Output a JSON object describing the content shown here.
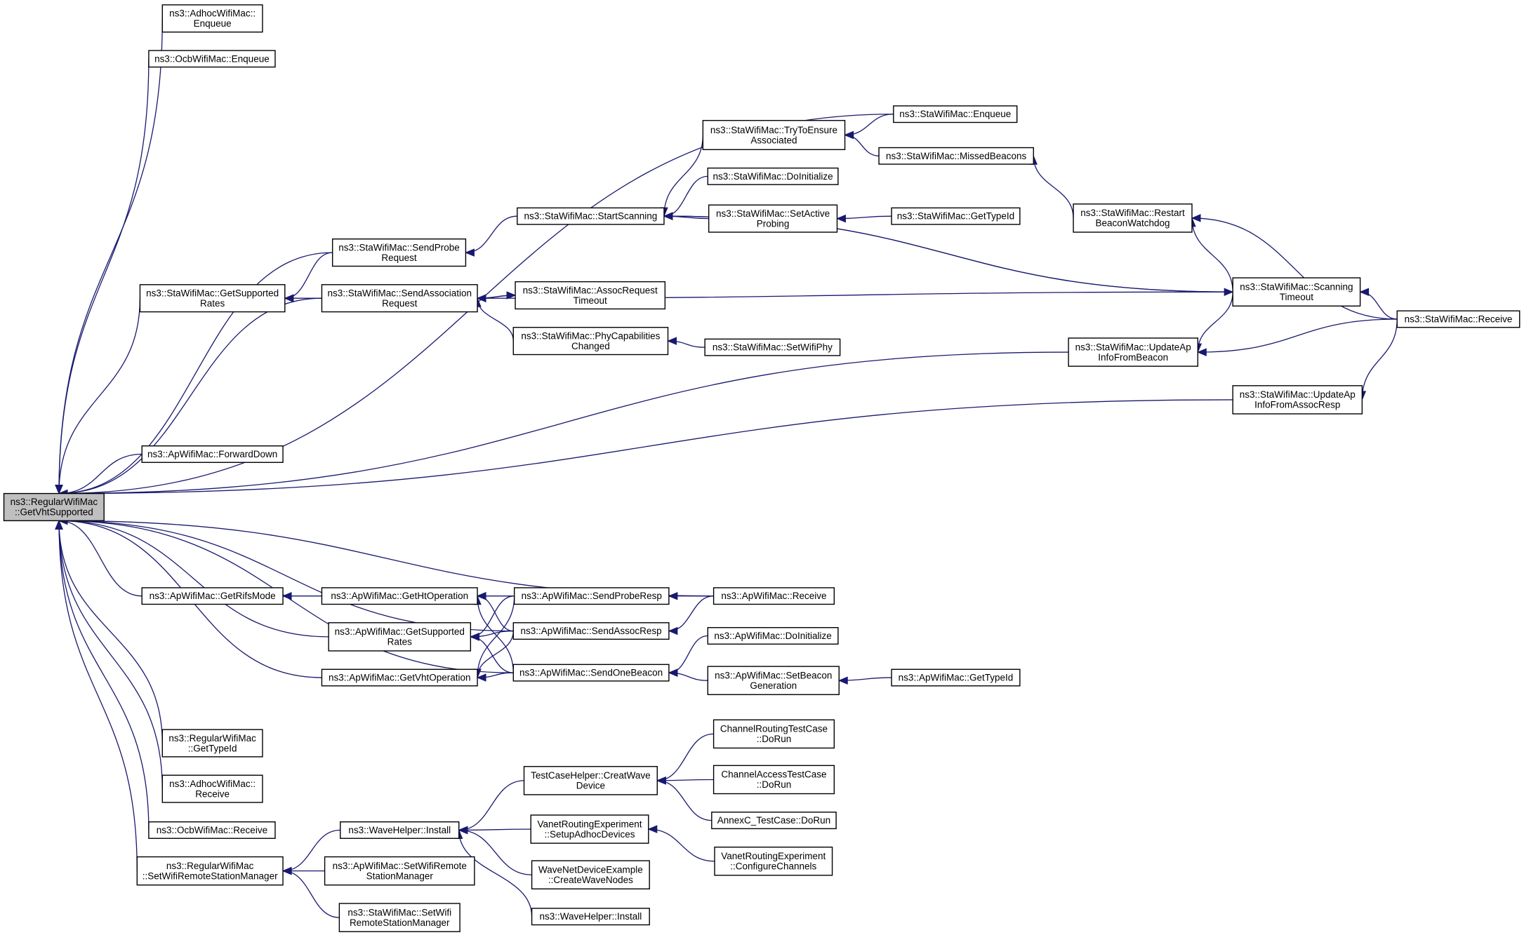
{
  "nodes": [
    {
      "id": "root",
      "lines": [
        "ns3::RegularWifiMac",
        "::GetVhtSupported"
      ],
      "root": true
    },
    {
      "id": "adhoc_enqueue",
      "lines": [
        "ns3::AdhocWifiMac::",
        "Enqueue"
      ]
    },
    {
      "id": "ocb_enqueue",
      "lines": [
        "ns3::OcbWifiMac::Enqueue"
      ]
    },
    {
      "id": "sta_enqueue",
      "lines": [
        "ns3::StaWifiMac::Enqueue"
      ]
    },
    {
      "id": "sta_trytoensure",
      "lines": [
        "ns3::StaWifiMac::TryToEnsure",
        "Associated"
      ]
    },
    {
      "id": "sta_missedbeacons",
      "lines": [
        "ns3::StaWifiMac::MissedBeacons"
      ]
    },
    {
      "id": "sta_doinit",
      "lines": [
        "ns3::StaWifiMac::DoInitialize"
      ]
    },
    {
      "id": "sta_startscanning",
      "lines": [
        "ns3::StaWifiMac::StartScanning"
      ]
    },
    {
      "id": "sta_setactiveprobing",
      "lines": [
        "ns3::StaWifiMac::SetActive",
        "Probing"
      ]
    },
    {
      "id": "sta_gettypeid",
      "lines": [
        "ns3::StaWifiMac::GetTypeId"
      ]
    },
    {
      "id": "sta_restartbeacon",
      "lines": [
        "ns3::StaWifiMac::Restart",
        "BeaconWatchdog"
      ]
    },
    {
      "id": "sta_sendprobe",
      "lines": [
        "ns3::StaWifiMac::SendProbe",
        "Request"
      ]
    },
    {
      "id": "sta_getsuppratesrates",
      "lines": [
        "ns3::StaWifiMac::GetSupported",
        "Rates"
      ]
    },
    {
      "id": "sta_sendassoc",
      "lines": [
        "ns3::StaWifiMac::SendAssociation",
        "Request"
      ]
    },
    {
      "id": "sta_assocreqtimeout",
      "lines": [
        "ns3::StaWifiMac::AssocRequest",
        "Timeout"
      ]
    },
    {
      "id": "sta_scanningtimeout",
      "lines": [
        "ns3::StaWifiMac::Scanning",
        "Timeout"
      ]
    },
    {
      "id": "sta_receive",
      "lines": [
        "ns3::StaWifiMac::Receive"
      ]
    },
    {
      "id": "sta_phycap",
      "lines": [
        "ns3::StaWifiMac::PhyCapabilities",
        "Changed"
      ]
    },
    {
      "id": "sta_setwifiphy",
      "lines": [
        "ns3::StaWifiMac::SetWifiPhy"
      ]
    },
    {
      "id": "sta_updateapbeacon",
      "lines": [
        "ns3::StaWifiMac::UpdateAp",
        "InfoFromBeacon"
      ]
    },
    {
      "id": "sta_updateapassoc",
      "lines": [
        "ns3::StaWifiMac::UpdateAp",
        "InfoFromAssocResp"
      ]
    },
    {
      "id": "ap_forwarddown",
      "lines": [
        "ns3::ApWifiMac::ForwardDown"
      ]
    },
    {
      "id": "ap_getrifsmode",
      "lines": [
        "ns3::ApWifiMac::GetRifsMode"
      ]
    },
    {
      "id": "ap_gethtop",
      "lines": [
        "ns3::ApWifiMac::GetHtOperation"
      ]
    },
    {
      "id": "ap_sendproberesp",
      "lines": [
        "ns3::ApWifiMac::SendProbeResp"
      ]
    },
    {
      "id": "ap_receive",
      "lines": [
        "ns3::ApWifiMac::Receive"
      ]
    },
    {
      "id": "ap_getsupprates",
      "lines": [
        "ns3::ApWifiMac::GetSupported",
        "Rates"
      ]
    },
    {
      "id": "ap_sendassocresp",
      "lines": [
        "ns3::ApWifiMac::SendAssocResp"
      ]
    },
    {
      "id": "ap_doinit",
      "lines": [
        "ns3::ApWifiMac::DoInitialize"
      ]
    },
    {
      "id": "ap_getvhtop",
      "lines": [
        "ns3::ApWifiMac::GetVhtOperation"
      ]
    },
    {
      "id": "ap_sendonebeacon",
      "lines": [
        "ns3::ApWifiMac::SendOneBeacon"
      ]
    },
    {
      "id": "ap_setbeacongen",
      "lines": [
        "ns3::ApWifiMac::SetBeacon",
        "Generation"
      ]
    },
    {
      "id": "ap_gettypeid",
      "lines": [
        "ns3::ApWifiMac::GetTypeId"
      ]
    },
    {
      "id": "reg_gettypeid",
      "lines": [
        "ns3::RegularWifiMac",
        "::GetTypeId"
      ]
    },
    {
      "id": "adhoc_receive",
      "lines": [
        "ns3::AdhocWifiMac::",
        "Receive"
      ]
    },
    {
      "id": "ocb_receive",
      "lines": [
        "ns3::OcbWifiMac::Receive"
      ]
    },
    {
      "id": "reg_setwrsm",
      "lines": [
        "ns3::RegularWifiMac",
        "::SetWifiRemoteStationManager"
      ]
    },
    {
      "id": "wave_install1",
      "lines": [
        "ns3::WaveHelper::Install"
      ]
    },
    {
      "id": "ap_setwrsm",
      "lines": [
        "ns3::ApWifiMac::SetWifiRemote",
        "StationManager"
      ]
    },
    {
      "id": "sta_setwrsm",
      "lines": [
        "ns3::StaWifiMac::SetWifi",
        "RemoteStationManager"
      ]
    },
    {
      "id": "tch_createwave",
      "lines": [
        "TestCaseHelper::CreatWave",
        "Device"
      ]
    },
    {
      "id": "chrouting_dorun",
      "lines": [
        "ChannelRoutingTestCase",
        "::DoRun"
      ]
    },
    {
      "id": "chaccess_dorun",
      "lines": [
        "ChannelAccessTestCase",
        "::DoRun"
      ]
    },
    {
      "id": "annexc_dorun",
      "lines": [
        "AnnexC_TestCase::DoRun"
      ]
    },
    {
      "id": "vanet_setupadhoc",
      "lines": [
        "VanetRoutingExperiment",
        "::SetupAdhocDevices"
      ]
    },
    {
      "id": "vanet_configchannels",
      "lines": [
        "VanetRoutingExperiment",
        "::ConfigureChannels"
      ]
    },
    {
      "id": "wavenet_createnodes",
      "lines": [
        "WaveNetDeviceExample",
        "::CreateWaveNodes"
      ]
    },
    {
      "id": "wave_install2",
      "lines": [
        "ns3::WaveHelper::Install"
      ]
    }
  ],
  "edges": [
    [
      "adhoc_enqueue",
      "root"
    ],
    [
      "ocb_enqueue",
      "root"
    ],
    [
      "sta_enqueue",
      "root"
    ],
    [
      "sta_sendprobe",
      "root"
    ],
    [
      "sta_getsuppratesrates",
      "root"
    ],
    [
      "sta_sendassoc",
      "root"
    ],
    [
      "sta_updateapbeacon",
      "root"
    ],
    [
      "sta_updateapassoc",
      "root"
    ],
    [
      "ap_forwarddown",
      "root"
    ],
    [
      "ap_receive",
      "root"
    ],
    [
      "ap_sendassocresp",
      "root"
    ],
    [
      "ap_getrifsmode",
      "root"
    ],
    [
      "ap_getsupprates",
      "root"
    ],
    [
      "ap_getvhtop",
      "root"
    ],
    [
      "ap_sendonebeacon",
      "root"
    ],
    [
      "reg_gettypeid",
      "root"
    ],
    [
      "adhoc_receive",
      "root"
    ],
    [
      "ocb_receive",
      "root"
    ],
    [
      "reg_setwrsm",
      "root"
    ],
    [
      "sta_missedbeacons",
      "sta_trytoensure"
    ],
    [
      "sta_enqueue",
      "sta_trytoensure"
    ],
    [
      "sta_restartbeacon",
      "sta_missedbeacons"
    ],
    [
      "sta_trytoensure",
      "sta_startscanning"
    ],
    [
      "sta_doinit",
      "sta_startscanning"
    ],
    [
      "sta_setactiveprobing",
      "sta_startscanning"
    ],
    [
      "sta_scanningtimeout",
      "sta_startscanning"
    ],
    [
      "sta_gettypeid",
      "sta_setactiveprobing"
    ],
    [
      "sta_startscanning",
      "sta_sendprobe"
    ],
    [
      "sta_sendprobe",
      "sta_getsuppratesrates"
    ],
    [
      "sta_sendassoc",
      "sta_getsuppratesrates"
    ],
    [
      "sta_assocreqtimeout",
      "sta_sendassoc"
    ],
    [
      "sta_phycap",
      "sta_sendassoc"
    ],
    [
      "sta_scanningtimeout",
      "sta_sendassoc"
    ],
    [
      "sta_sendassoc",
      "sta_assocreqtimeout"
    ],
    [
      "sta_setwifiphy",
      "sta_phycap"
    ],
    [
      "sta_startscanning",
      "sta_scanningtimeout"
    ],
    [
      "sta_receive",
      "sta_scanningtimeout"
    ],
    [
      "sta_scanningtimeout",
      "sta_restartbeacon"
    ],
    [
      "sta_receive",
      "sta_restartbeacon"
    ],
    [
      "sta_scanningtimeout",
      "sta_updateapbeacon"
    ],
    [
      "sta_receive",
      "sta_updateapbeacon"
    ],
    [
      "sta_receive",
      "sta_updateapassoc"
    ],
    [
      "ap_gethtop",
      "ap_getrifsmode"
    ],
    [
      "ap_sendproberesp",
      "ap_gethtop"
    ],
    [
      "ap_sendassocresp",
      "ap_gethtop"
    ],
    [
      "ap_sendonebeacon",
      "ap_gethtop"
    ],
    [
      "ap_receive",
      "ap_sendproberesp"
    ],
    [
      "ap_receive",
      "ap_sendassocresp"
    ],
    [
      "ap_sendproberesp",
      "ap_getsupprates"
    ],
    [
      "ap_sendassocresp",
      "ap_getsupprates"
    ],
    [
      "ap_sendonebeacon",
      "ap_getsupprates"
    ],
    [
      "ap_sendproberesp",
      "ap_getvhtop"
    ],
    [
      "ap_sendassocresp",
      "ap_getvhtop"
    ],
    [
      "ap_sendonebeacon",
      "ap_getvhtop"
    ],
    [
      "ap_doinit",
      "ap_sendonebeacon"
    ],
    [
      "ap_setbeacongen",
      "ap_sendonebeacon"
    ],
    [
      "ap_gettypeid",
      "ap_setbeacongen"
    ],
    [
      "wave_install1",
      "reg_setwrsm"
    ],
    [
      "ap_setwrsm",
      "reg_setwrsm"
    ],
    [
      "sta_setwrsm",
      "reg_setwrsm"
    ],
    [
      "tch_createwave",
      "wave_install1"
    ],
    [
      "vanet_setupadhoc",
      "wave_install1"
    ],
    [
      "wavenet_createnodes",
      "wave_install1"
    ],
    [
      "wave_install2",
      "wave_install1"
    ],
    [
      "chrouting_dorun",
      "tch_createwave"
    ],
    [
      "chaccess_dorun",
      "tch_createwave"
    ],
    [
      "annexc_dorun",
      "tch_createwave"
    ],
    [
      "vanet_configchannels",
      "vanet_setupadhoc"
    ]
  ]
}
